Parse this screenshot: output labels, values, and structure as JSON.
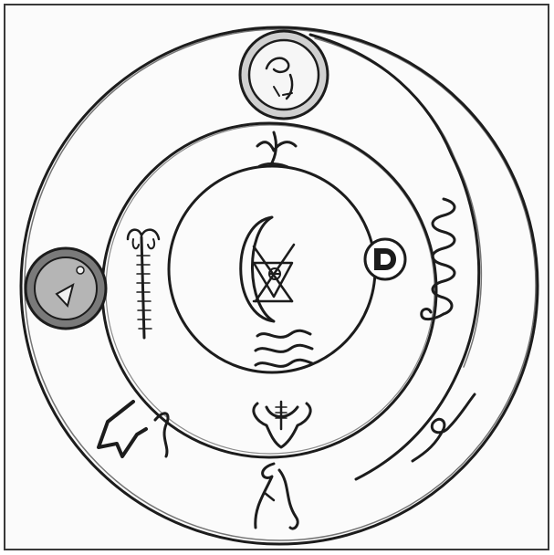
{
  "figure": {
    "kind": "hand-drawn sigil of three concentric circles with symbols",
    "colors": {
      "ink": "#1c1c1c",
      "paper": "#fbfbfb",
      "frame": "#3a3a3a",
      "token_fill": "#8c8c8c"
    },
    "symbols": [
      "top-face-token",
      "left-arrow-token",
      "right-d-token",
      "center-hexagram-crescent",
      "water-waves",
      "trident-top",
      "staff-left",
      "vessel-bottom",
      "serpent-right",
      "glyph-lower-left",
      "glyph-bottom",
      "glyph-lower-right",
      "spiral-arc"
    ]
  }
}
